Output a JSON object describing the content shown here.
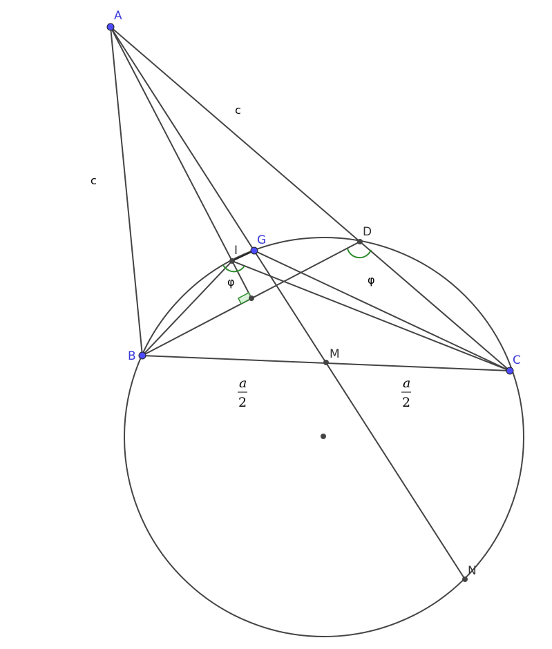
{
  "labels": {
    "A": "A",
    "B": "B",
    "C": "C",
    "D": "D",
    "G": "G",
    "I": "I",
    "M": "M",
    "N": "N"
  },
  "sides": {
    "AB": "c",
    "AD": "c"
  },
  "angles": {
    "at_I": "φ",
    "at_D": "φ"
  },
  "half_side": {
    "numerator": "a",
    "denominator": "2"
  },
  "colors": {
    "free_point": "#4d4dff",
    "dependent_point": "#444444",
    "angle_mark": "#2e8b2e"
  }
}
